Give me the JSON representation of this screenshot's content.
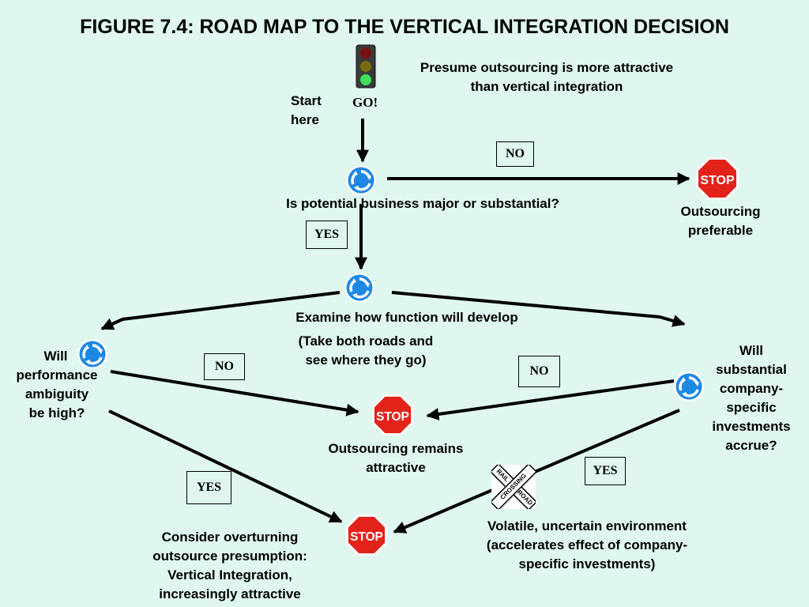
{
  "title": "FIGURE 7.4:  ROAD MAP TO THE VERTICAL INTEGRATION DECISION",
  "presume": [
    "Presume outsourcing is more attractive",
    "than vertical integration"
  ],
  "start": [
    "Start",
    "here"
  ],
  "go_label": "GO!",
  "q1": "Is potential business major or substantial?",
  "q1_no": "NO",
  "q1_yes": "YES",
  "outsourcing_preferable": [
    "Outsourcing",
    "preferable"
  ],
  "examine": "Examine how function will develop",
  "take_both": [
    "(Take both roads and",
    "see where they go)"
  ],
  "left_q": [
    "Will",
    "performance",
    "ambiguity",
    "be high?"
  ],
  "right_q": [
    "Will",
    "substantial",
    "company-",
    "specific",
    "investments",
    "accrue?"
  ],
  "left_no": "NO",
  "right_no": "NO",
  "left_yes": "YES",
  "right_yes": "YES",
  "remains": [
    "Outsourcing remains",
    "attractive"
  ],
  "volatile": [
    "Volatile, uncertain environment",
    "(accelerates effect of company-",
    "specific investments)"
  ],
  "consider": [
    "Consider overturning",
    "outsource presumption:",
    "Vertical Integration,",
    "increasingly attractive"
  ],
  "stop_text": "STOP",
  "railroad_text": [
    "RAIL",
    "ROAD",
    "CROSSING"
  ],
  "colors": {
    "background": "#dff7ee",
    "stop": "#e2231a",
    "roundabout": "#1e88e5"
  },
  "icons": [
    "traffic-light-icon",
    "roundabout-icon",
    "stop-sign-icon",
    "railroad-crossing-icon"
  ]
}
